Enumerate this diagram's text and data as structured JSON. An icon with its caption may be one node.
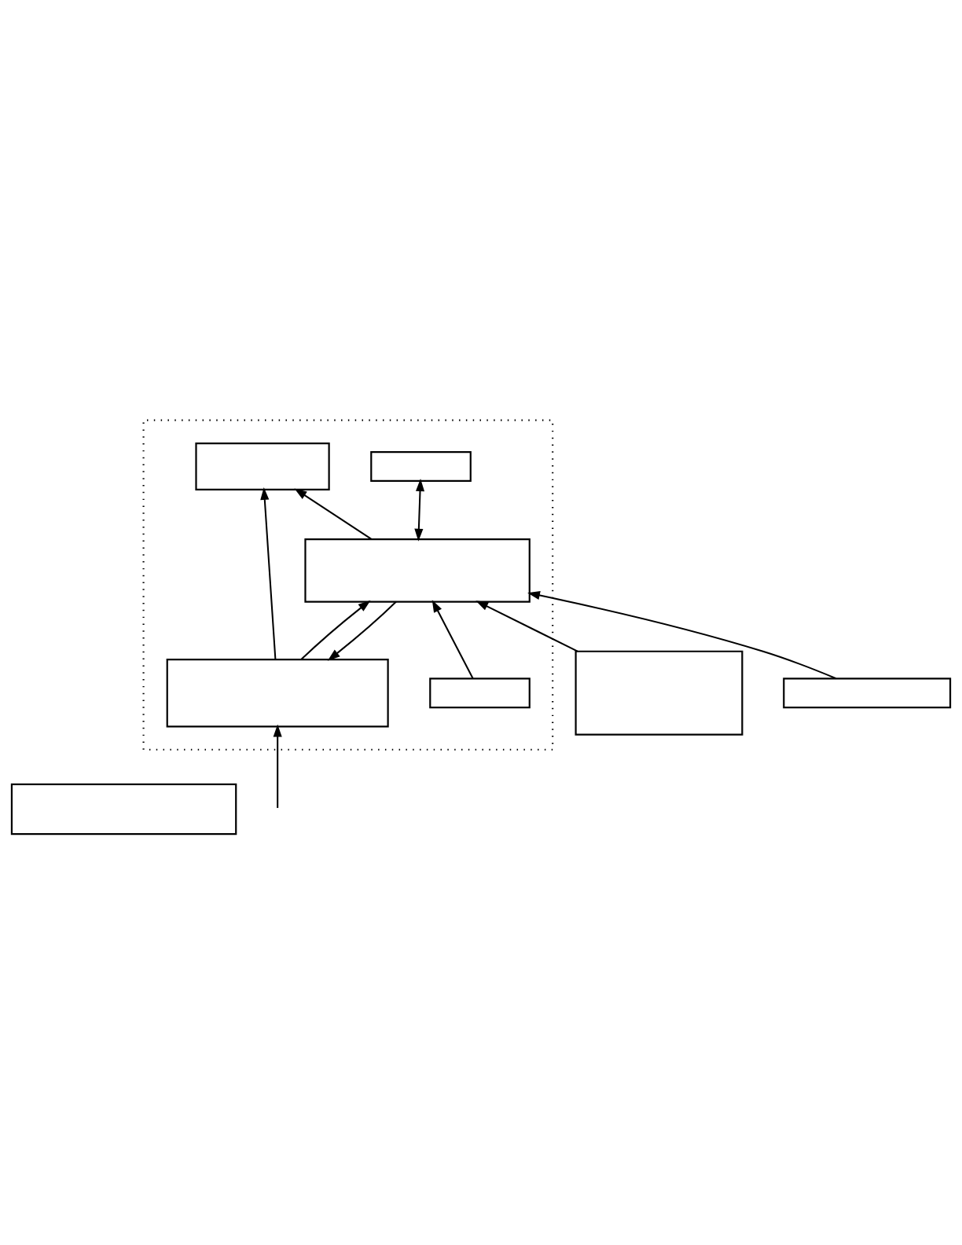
{
  "diagram": {
    "nodes": [
      {
        "text": [],
        "shape": "box"
      },
      {
        "text": [],
        "shape": "box"
      },
      {
        "text": [],
        "shape": "box",
        "in": 1
      },
      {
        "text": [],
        "shape": "box",
        "in": 1
      },
      {
        "text": [],
        "shape": "box",
        "in": 1
      },
      {
        "text": [],
        "shape": "box",
        "in": 1
      },
      {
        "text": [],
        "shape": "box",
        "in": 1
      },
      {
        "text": [],
        "shape": "box"
      },
      {
        "text": [],
        "shape": "box"
      }
    ],
    "edges": [
      {
        "from": 3,
        "to": 2,
        "arrow": "to"
      },
      {
        "from": 4,
        "to": 2,
        "arrow": "to"
      },
      {
        "from": 4,
        "to": 3,
        "arrow": "to"
      },
      {
        "from": 3,
        "to": 4,
        "arrow": "to"
      },
      {
        "from": 7,
        "to": 4,
        "arrow": "to"
      },
      {
        "from": 5,
        "to": 4,
        "arrow": "to"
      },
      {
        "from": 4,
        "to": 6,
        "arrow": "both"
      },
      {
        "from": 8,
        "to": 4,
        "arrow": "to"
      },
      {
        "from": null,
        "to": 3,
        "arrow": "to"
      }
    ]
  }
}
